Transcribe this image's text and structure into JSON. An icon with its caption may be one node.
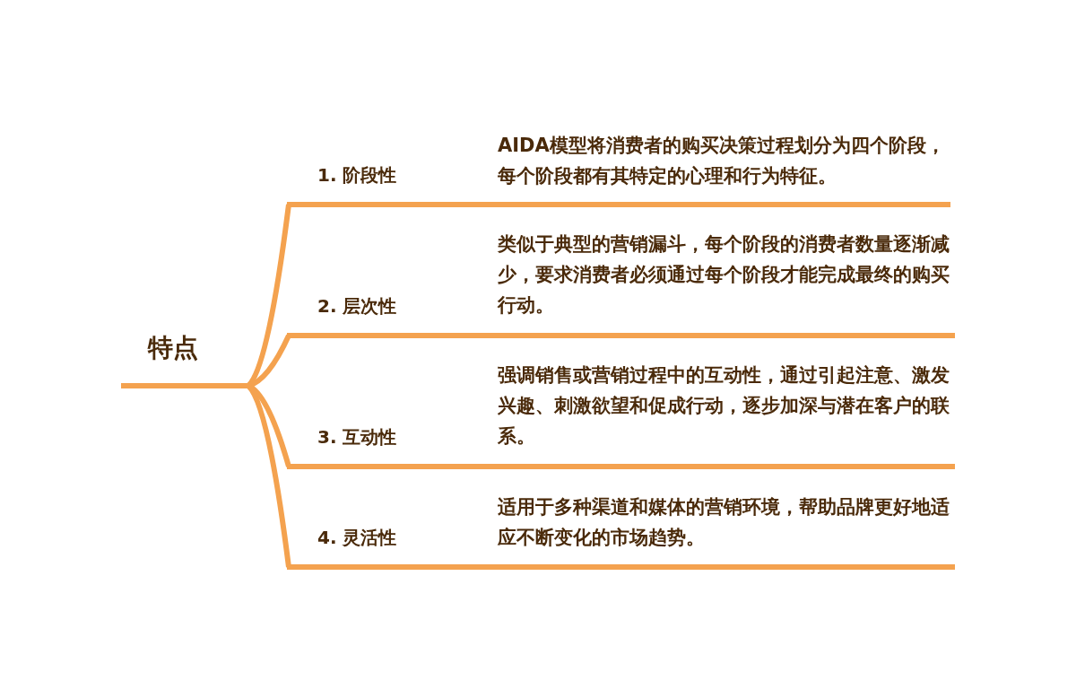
{
  "diagram": {
    "nodes": [
      {
        "text": [
          "特点"
        ]
      },
      {
        "text": [
          "1. 阶段性",
          "AIDA模型将消费者的购买决策过程划分为四个阶段，每个阶段都有其特定的心理和行为特征。"
        ]
      },
      {
        "text": [
          "2. 层次性",
          "类似于典型的营销漏斗，每个阶段的消费者数量逐渐减少，要求消费者必须通过每个阶段才能完成最终的购买行动。"
        ]
      },
      {
        "text": [
          "3. 互动性",
          "强调销售或营销过程中的互动性，通过引起注意、激发兴趣、刺激欲望和促成行动，逐步加深与潜在客户的联系。"
        ]
      },
      {
        "text": [
          "4. 灵活性",
          "适用于多种渠道和媒体的营销环境，帮助品牌更好地适应不断变化的市场趋势。"
        ]
      }
    ],
    "edges": [
      {
        "from": 0,
        "to": 1,
        "arrow": "none"
      },
      {
        "from": 0,
        "to": 2,
        "arrow": "none"
      },
      {
        "from": 0,
        "to": 3,
        "arrow": "none"
      },
      {
        "from": 0,
        "to": 4,
        "arrow": "none"
      }
    ]
  }
}
